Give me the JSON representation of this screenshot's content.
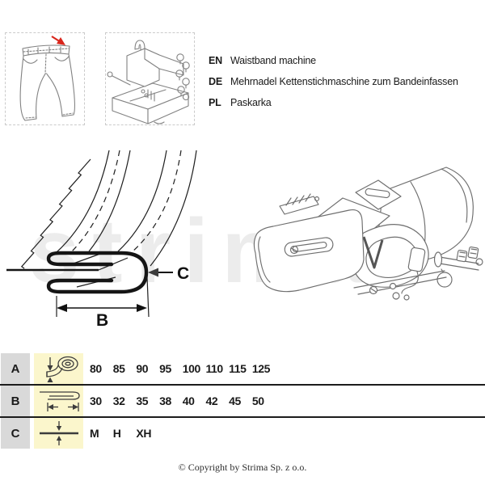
{
  "header": {
    "languages": [
      {
        "code": "EN",
        "text": "Waistband machine"
      },
      {
        "code": "DE",
        "text": "Mehrnadel Kettenstichmaschine zum Bandeinfassen"
      },
      {
        "code": "PL",
        "text": "Paskarka"
      }
    ]
  },
  "thumbnails": {
    "jeans": "jeans with waistband pointed by red arrow",
    "machine": "multi-needle chainstitch sewing machine"
  },
  "diagram": {
    "b_label": "B",
    "c_label": "C"
  },
  "watermark": "strima",
  "table": {
    "rows": [
      {
        "label": "A",
        "icon": "tape-roll-width-icon",
        "values": [
          "80",
          "85",
          "90",
          "95",
          "100",
          "110",
          "115",
          "125"
        ]
      },
      {
        "label": "B",
        "icon": "folded-band-width-icon",
        "values": [
          "30",
          "32",
          "35",
          "38",
          "40",
          "42",
          "45",
          "50"
        ]
      },
      {
        "label": "C",
        "icon": "material-thickness-icon",
        "values": [
          "M",
          "H",
          "XH"
        ]
      }
    ]
  },
  "footer": {
    "copyright": "© Copyright by Strima Sp. z o.o."
  },
  "colors": {
    "row_label_bg": "#d9d9d9",
    "row_icon_bg": "#fbf6cc",
    "accent_red": "#d9261c",
    "line": "#1c1c1c",
    "watermark": "#ececec"
  }
}
